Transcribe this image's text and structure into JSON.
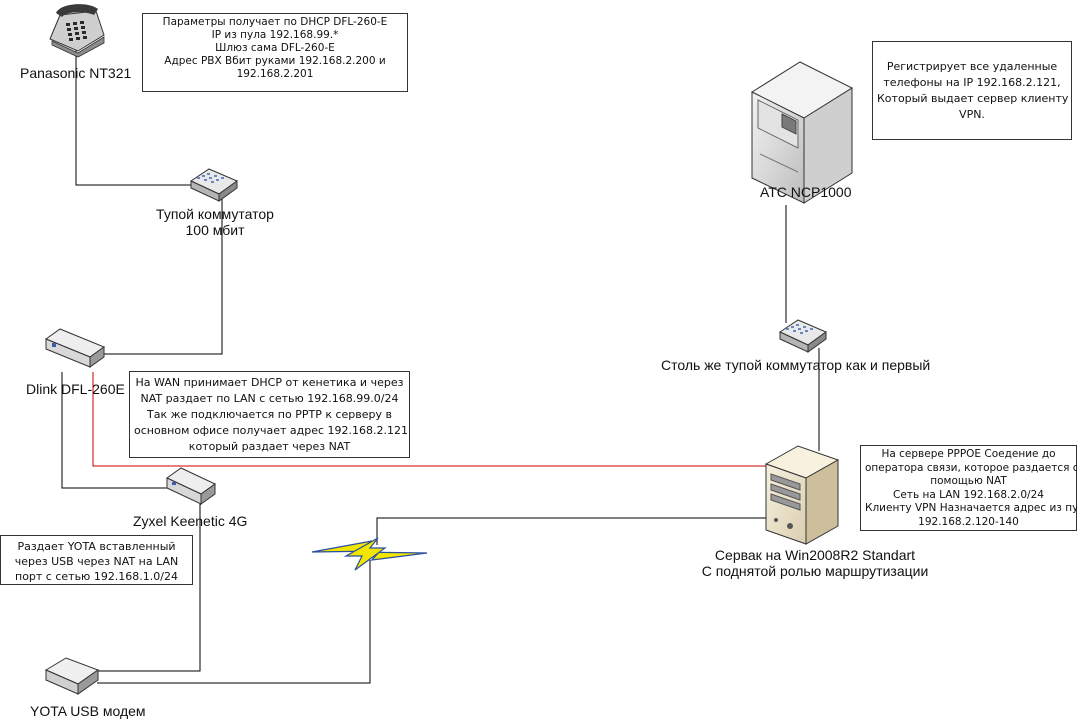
{
  "devices": {
    "phone": {
      "label": "Panasonic NT321",
      "icon": "telephone-icon"
    },
    "switch1": {
      "label_line1": "Тупой коммутатор",
      "label_line2": "100 мбит",
      "icon": "network-switch-icon"
    },
    "dlink": {
      "label": "Dlink DFL-260E",
      "icon": "router-icon"
    },
    "zyxel": {
      "label": "Zyxel Keenetic 4G",
      "icon": "router-icon"
    },
    "yota": {
      "label": "YOTA USB модем",
      "icon": "modem-icon"
    },
    "pbx": {
      "label": "АТС NCP1000",
      "icon": "pbx-server-icon"
    },
    "switch2": {
      "label": "Столь же тупой коммутатор как и первый",
      "icon": "network-switch-icon"
    },
    "server": {
      "label_line1": "Сервак на Win2008R2 Standart",
      "label_line2": "С поднятой ролью маршрутизации",
      "icon": "server-tower-icon"
    },
    "wireless": {
      "icon": "lightning-bolt-icon"
    }
  },
  "notes": {
    "phone_note": {
      "lines": [
        "Параметры получает по DHCP DFL-260-E",
        "IP из пула 192.168.99.*",
        "Шлюз сама DFL-260-E",
        "Адрес PBX Вбит руками 192.168.2.200 и",
        "192.168.2.201"
      ]
    },
    "pbx_note": {
      "lines": [
        "Регистрирует все удаленные",
        "телефоны на IP 192.168.2.121,",
        "Который выдает сервер клиенту",
        "VPN."
      ]
    },
    "dlink_note": {
      "lines": [
        "На WAN принимает DHCP от кенетика и через",
        "NAT раздает по LAN с сетью 192.168.99.0/24",
        "Так же подключается по PPTP к серверу в",
        "основном офисе получает адрес 192.168.2.121",
        "который раздает через NAT"
      ]
    },
    "server_note": {
      "lines": [
        "На сервере PPPOE Соедение до",
        "оператора связи, которое раздается с",
        "помощью NAT",
        "Сеть на LAN 192.168.2.0/24",
        "Клиенту VPN Назначается адрес из пула",
        "192.168.2.120-140"
      ]
    },
    "zyxel_note": {
      "lines": [
        "Раздает YOTA вставленный",
        "через USB через NAT на LAN",
        "порт с сетью 192.168.1.0/24"
      ]
    }
  },
  "colors": {
    "vpn_link": "#cc0000",
    "wire": "#000000",
    "bolt_fill": "#f2e600",
    "bolt_stroke": "#2a4fa0"
  }
}
